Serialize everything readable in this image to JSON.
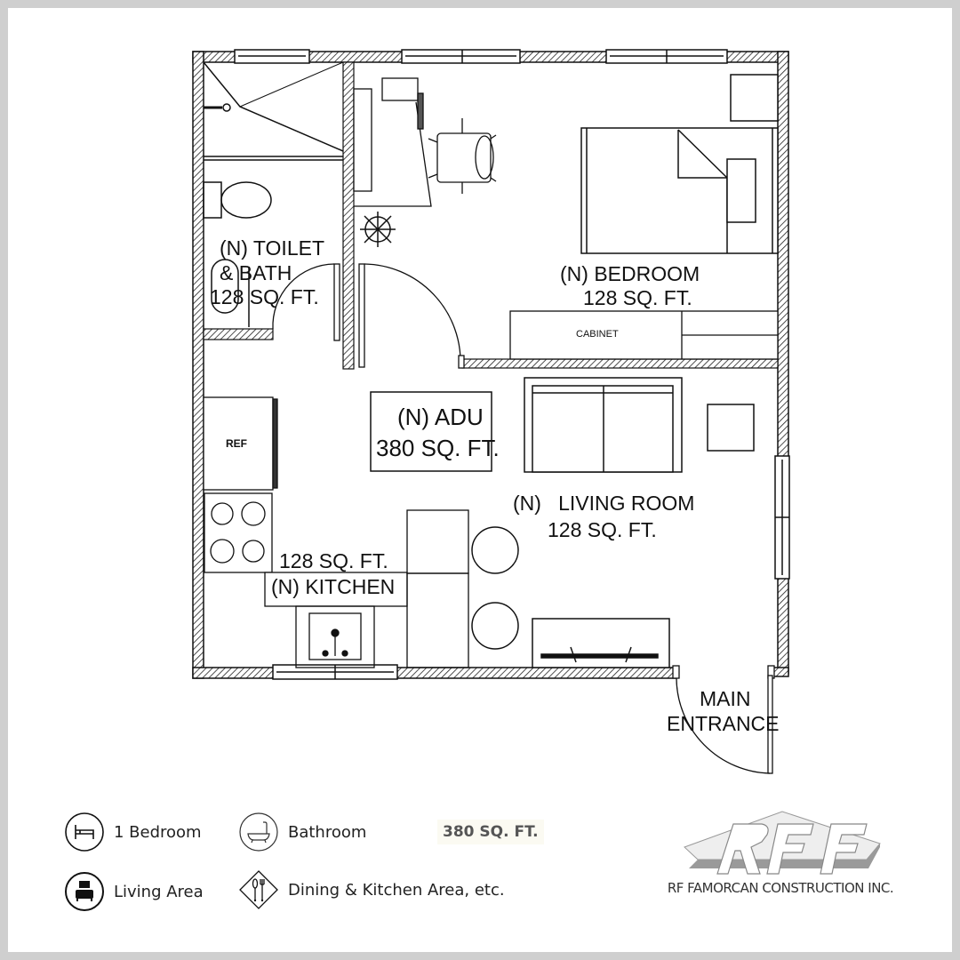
{
  "floor_plan": {
    "rooms": [
      {
        "id": "bath",
        "line1": "(N) TOILET",
        "line2": "& BATH",
        "area": "128 SQ. FT."
      },
      {
        "id": "bedroom",
        "line1": "(N) BEDROOM",
        "area": "128 SQ. FT."
      },
      {
        "id": "adu",
        "line1": "(N) ADU",
        "area": "380 SQ. FT."
      },
      {
        "id": "living",
        "line1": "(N)   LIVING ROOM",
        "area": "128 SQ. FT."
      },
      {
        "id": "kitchen",
        "line1": "(N) KITCHEN",
        "area": "128 SQ. FT."
      }
    ],
    "fixtures": {
      "cabinet": "CABINET",
      "fridge": "REF"
    },
    "entrance": {
      "line1": "MAIN",
      "line2": "ENTRANCE"
    },
    "colors": {
      "wall": "#111111",
      "background": "#ffffff",
      "frame": "#cfcfcf"
    }
  },
  "legend": {
    "items": [
      {
        "icon": "bed-icon",
        "label": "1 Bedroom"
      },
      {
        "icon": "bathtub-icon",
        "label": "Bathroom"
      },
      {
        "icon": "sofa-icon",
        "label": "Living Area"
      },
      {
        "icon": "utensils-icon",
        "label": "Dining & Kitchen Area, etc."
      }
    ],
    "total_area": "380 SQ. FT."
  },
  "brand": {
    "logo_letters": "RFF",
    "company": "RF FAMORCAN CONSTRUCTION INC."
  }
}
